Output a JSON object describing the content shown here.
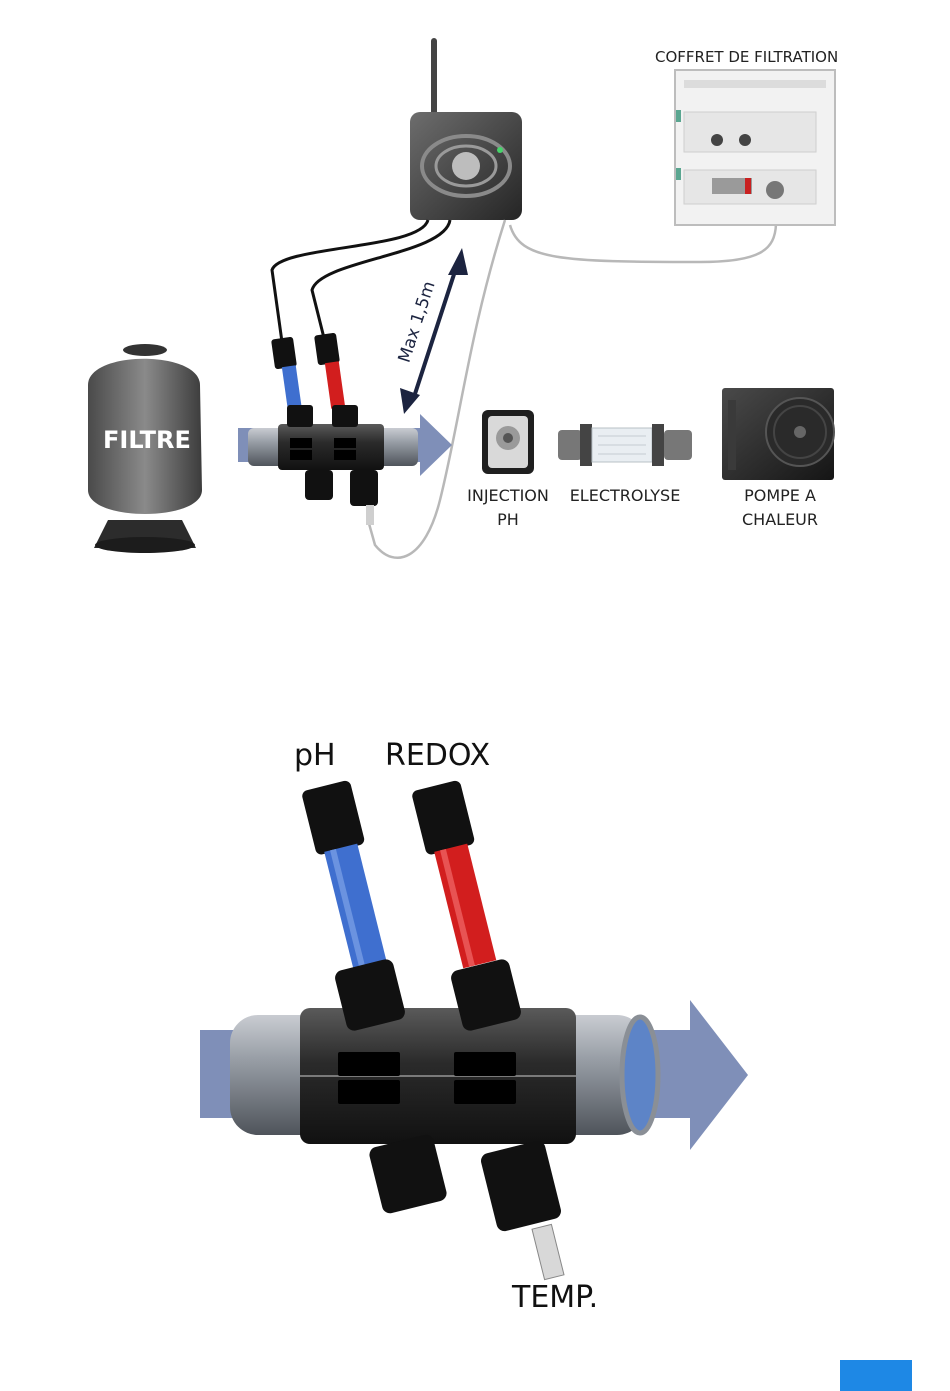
{
  "labels": {
    "filtration_box": "COFFRET DE FILTRATION",
    "filter": "FILTRE",
    "max_distance": "Max 1,5m",
    "injection_line1": "INJECTION",
    "injection_line2": "PH",
    "electrolysis": "ELECTROLYSE",
    "heat_pump_line1": "POMPE A",
    "heat_pump_line2": "CHALEUR",
    "ph_probe": "pH",
    "redox_probe": "REDOX",
    "temp_probe": "TEMP."
  },
  "colors": {
    "ph_probe": "#3f6fcf",
    "redox_probe": "#d21e1e",
    "flow_arrow": "#7f8fb8",
    "page_badge": "#1e88e5"
  },
  "icons": [
    "antenna-icon",
    "controller-icon",
    "filter-tank-icon",
    "peristaltic-pump-icon",
    "electrolysis-cell-icon",
    "heat-pump-icon"
  ]
}
